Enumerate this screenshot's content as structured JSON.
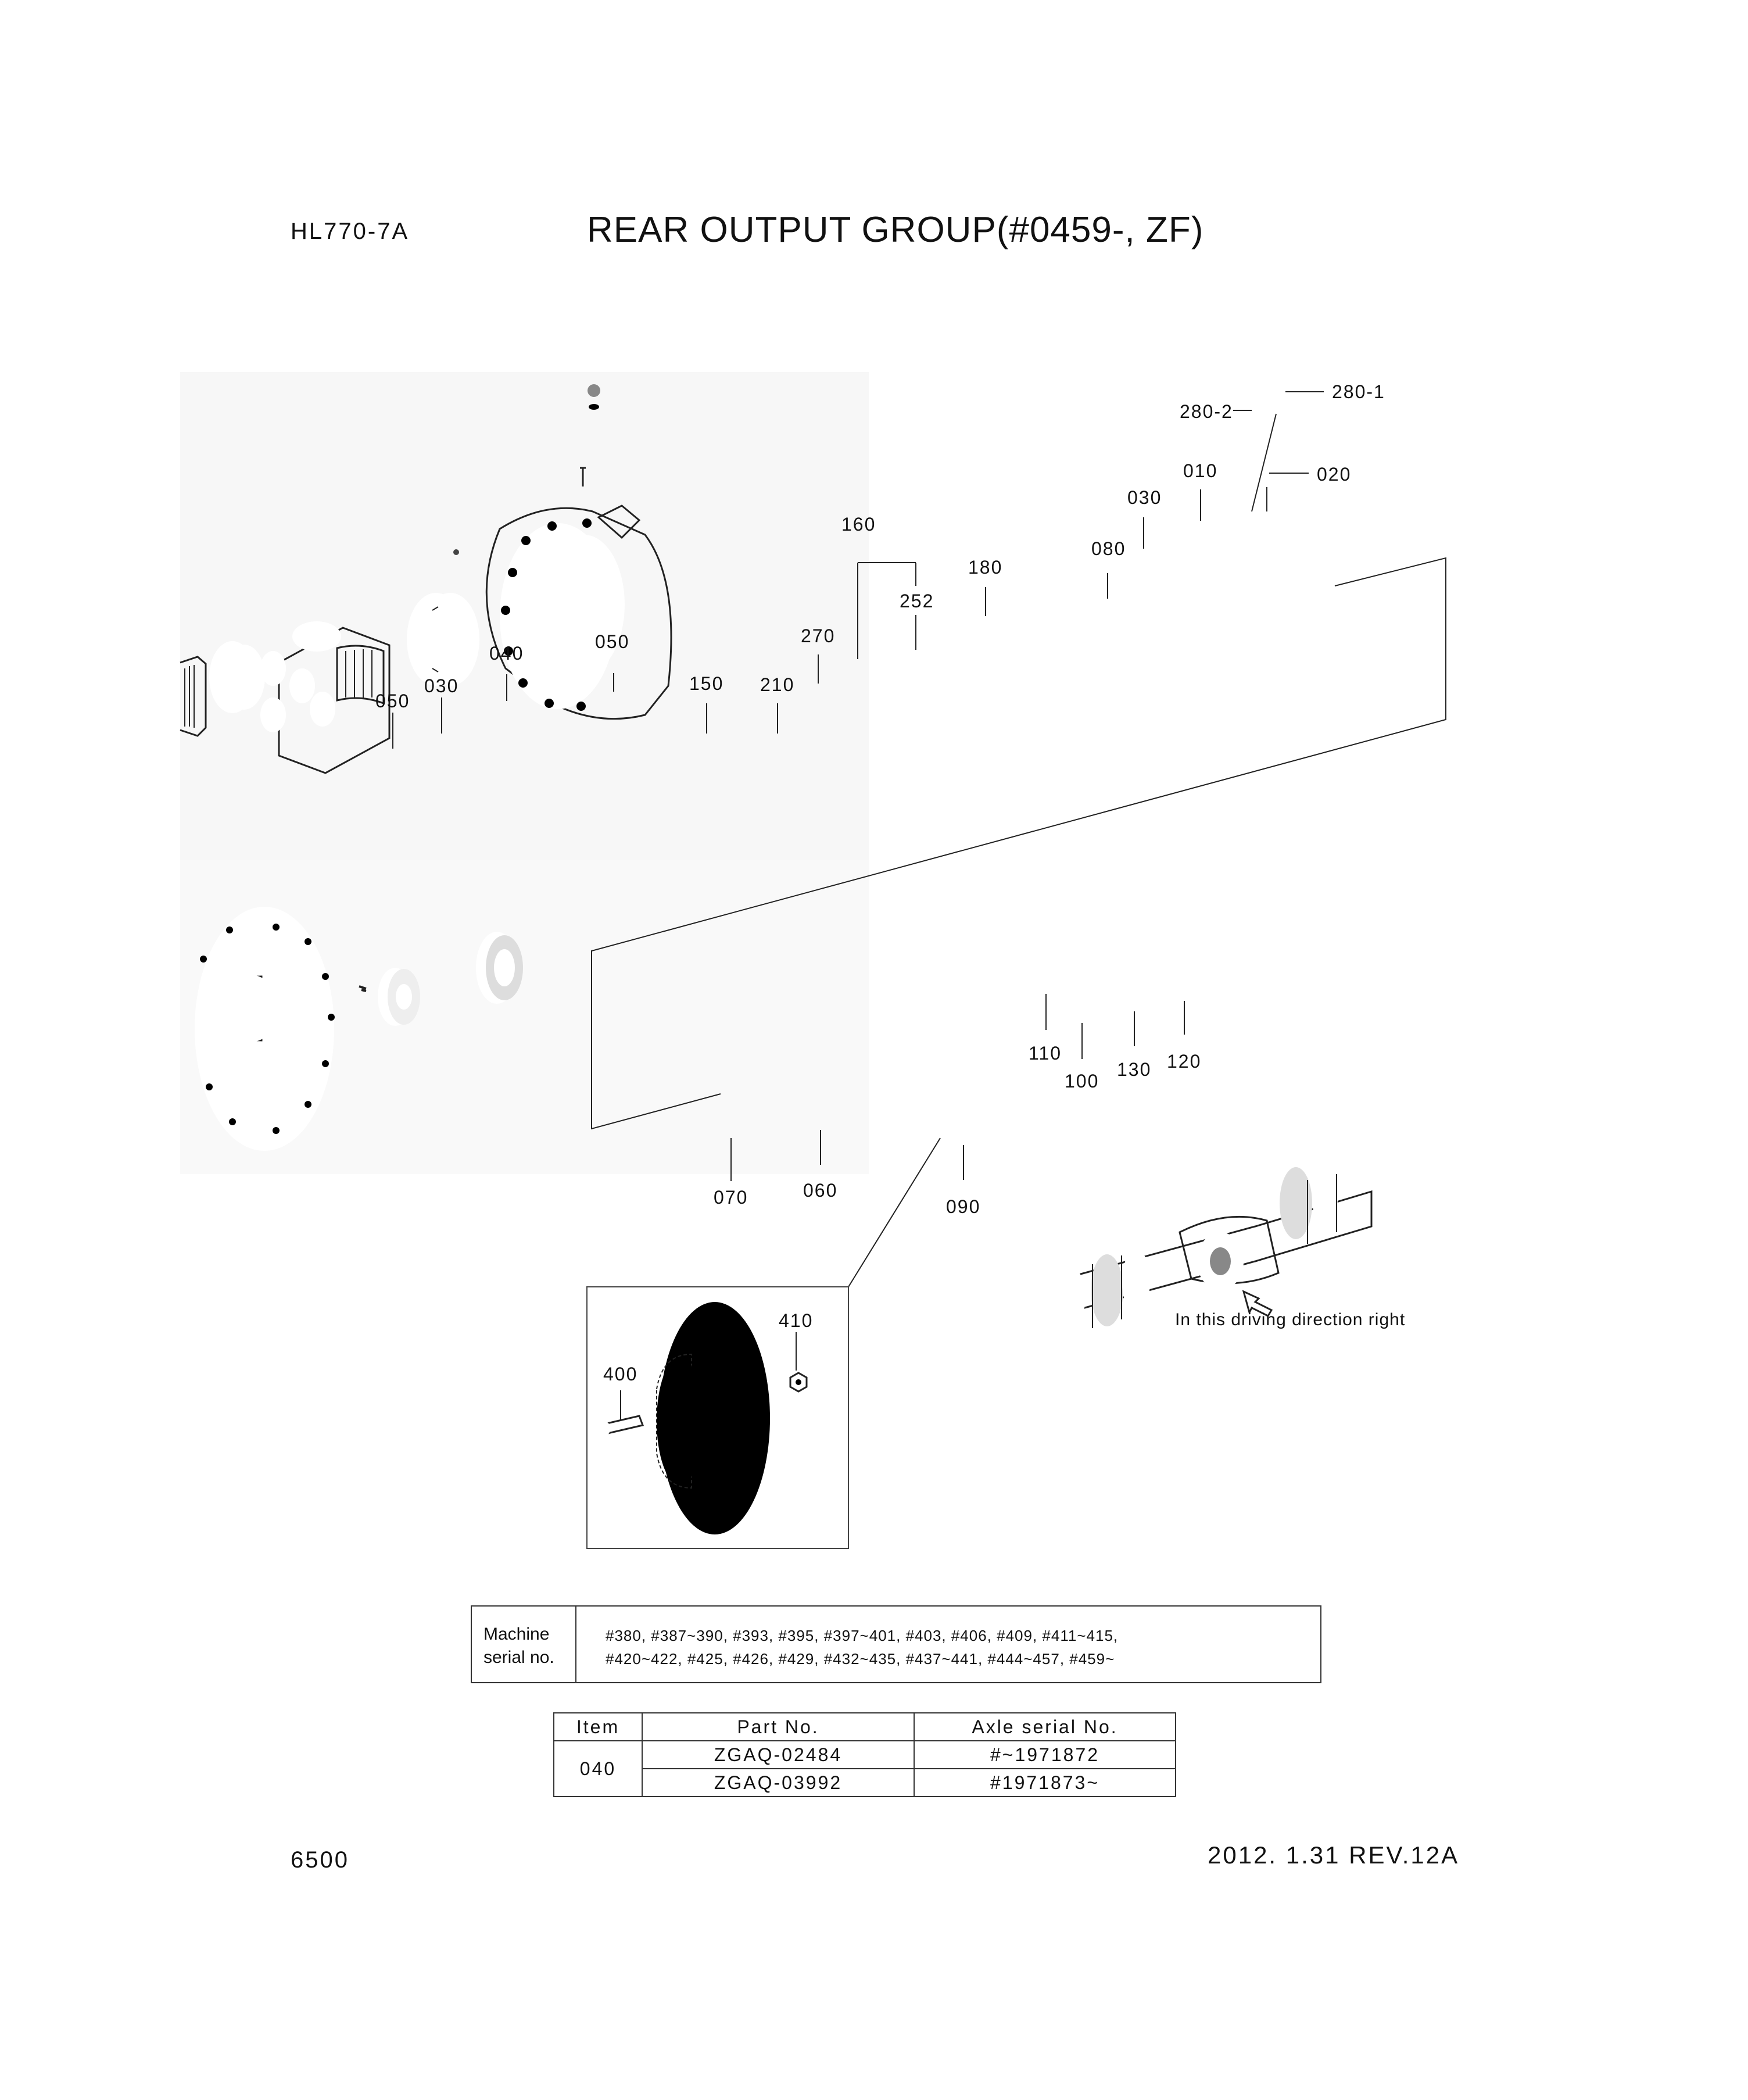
{
  "header": {
    "model": "HL770-7A",
    "title": "REAR OUTPUT GROUP(#0459-, ZF)"
  },
  "callouts": {
    "c280_1": "280-1",
    "c280_2": "280-2",
    "c010": "010",
    "c020": "020",
    "c030_top": "030",
    "c080": "080",
    "c180": "180",
    "c160": "160",
    "c252": "252",
    "c270": "270",
    "c150": "150",
    "c210": "210",
    "c050_left": "050",
    "c030_left": "030",
    "c040": "040",
    "c050_mid": "050",
    "c110": "110",
    "c100": "100",
    "c130": "130",
    "c120": "120",
    "c070": "070",
    "c060": "060",
    "c090": "090",
    "c410": "410",
    "c400": "400"
  },
  "axle_caption": "In this driving direction right",
  "serial_table": {
    "label_line1": "Machine",
    "label_line2": "serial no.",
    "line1": "#380, #387~390, #393, #395, #397~401, #403, #406, #409, #411~415,",
    "line2": "#420~422, #425, #426, #429, #432~435, #437~441, #444~457, #459~"
  },
  "item_table": {
    "headers": [
      "Item",
      "Part No.",
      "Axle serial No."
    ],
    "item": "040",
    "rows": [
      {
        "part_no": "ZGAQ-02484",
        "axle_serial": "#~1971872"
      },
      {
        "part_no": "ZGAQ-03992",
        "axle_serial": "#1971873~"
      }
    ]
  },
  "footer": {
    "page_no": "6500",
    "revision": "2012. 1.31 REV.12A"
  }
}
